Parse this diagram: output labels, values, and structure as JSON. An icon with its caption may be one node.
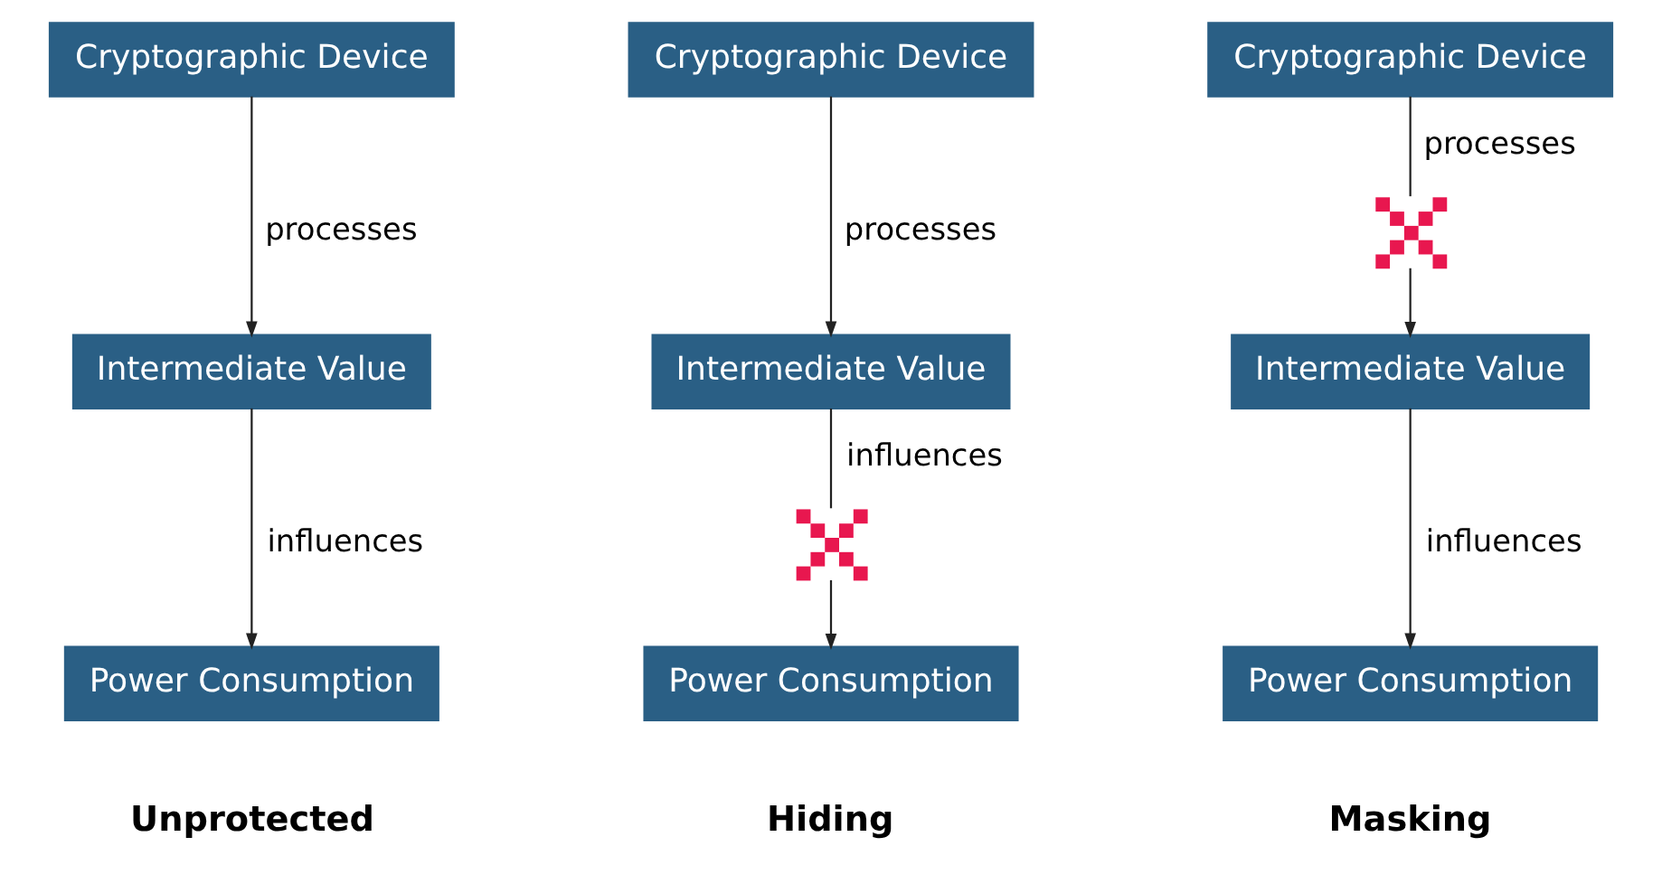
{
  "diagram": {
    "nodes": [
      {
        "text": [
          "Cryptographic Device"
        ]
      },
      {
        "text": [
          "Cryptographic Device"
        ]
      },
      {
        "text": [
          "Cryptographic Device"
        ]
      },
      {
        "text": [],
        "shape": "cross"
      },
      {
        "text": [
          "Intermediate Value"
        ]
      },
      {
        "text": [
          "Intermediate Value"
        ]
      },
      {
        "text": [
          "Intermediate Value"
        ]
      },
      {
        "text": [],
        "shape": "cross"
      },
      {
        "text": [
          "Power Consumption"
        ]
      },
      {
        "text": [
          "Power Consumption"
        ]
      },
      {
        "text": [
          "Power Consumption"
        ]
      }
    ],
    "edges": [
      {
        "from": 0,
        "to": 4,
        "arrow": "to",
        "label": "processes"
      },
      {
        "from": 1,
        "to": 5,
        "arrow": "to",
        "label": "processes"
      },
      {
        "from": 2,
        "to": 3,
        "arrow": "none",
        "label": "processes"
      },
      {
        "from": 3,
        "to": 6,
        "arrow": "to"
      },
      {
        "from": 4,
        "to": 8,
        "arrow": "to",
        "label": "influences"
      },
      {
        "from": 5,
        "to": 7,
        "arrow": "none",
        "label": "influences"
      },
      {
        "from": 7,
        "to": 9,
        "arrow": "to"
      },
      {
        "from": 6,
        "to": 10,
        "arrow": "to",
        "label": "influences"
      }
    ],
    "labels": [
      "Unprotected",
      "Hiding",
      "Masking"
    ]
  }
}
